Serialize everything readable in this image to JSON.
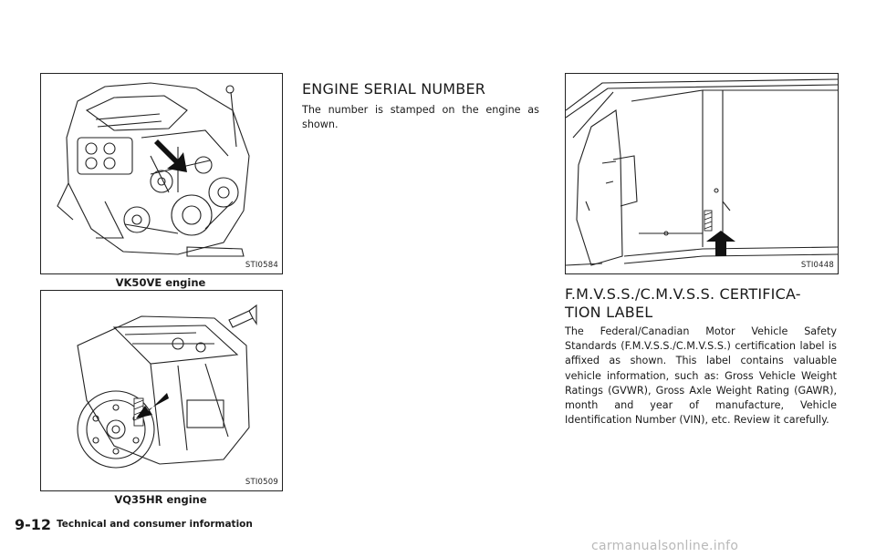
{
  "figures": {
    "vk50ve": {
      "id": "STI0584",
      "caption": "VK50VE engine"
    },
    "vq35hr": {
      "id": "STI0509",
      "caption": "VQ35HR engine"
    },
    "door": {
      "id": "STI0448"
    }
  },
  "engine_serial": {
    "heading": "ENGINE SERIAL NUMBER",
    "text": "The number is stamped on the engine as shown."
  },
  "certification_label": {
    "heading_line1": "F.M.V.S.S./C.M.V.S.S. CERTIFICA-",
    "heading_line2": "TION LABEL",
    "text": "The Federal/Canadian Motor Vehicle Safety Standards (F.M.V.S.S./C.M.V.S.S.) certification label is affixed as shown. This label contains valuable vehicle information, such as: Gross Vehicle Weight Ratings (GVWR), Gross Axle Weight Rating (GAWR), month and year of manufacture, Vehicle Identification Number (VIN), etc. Review it carefully."
  },
  "footer": {
    "page_number": "9-12",
    "section_title": "Technical and consumer information"
  },
  "watermark": "carmanualsonline.info"
}
